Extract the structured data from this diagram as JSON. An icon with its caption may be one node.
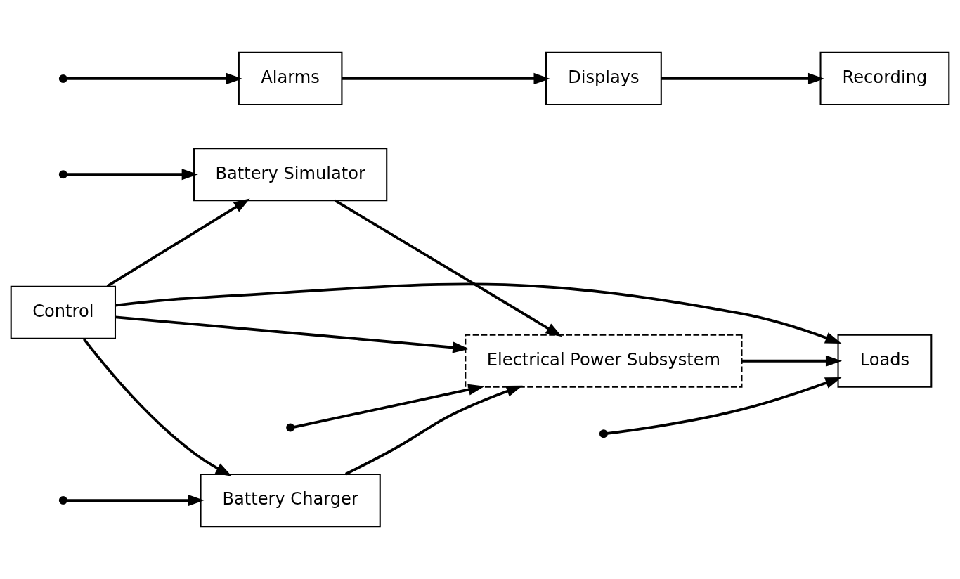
{
  "diagram": {
    "nodes": [
      {
        "text": [
          "Control"
        ]
      },
      {
        "text": [
          "Battery Charger"
        ]
      },
      {
        "text": [
          "Battery Simulator"
        ]
      },
      {
        "text": [
          "Electrical Power Subsystem"
        ]
      },
      {
        "text": [
          "Alarms"
        ]
      },
      {
        "text": [
          "Loads"
        ]
      },
      {
        "text": [
          "Displays"
        ]
      },
      {
        "text": [
          "Recording"
        ]
      }
    ],
    "edges": [
      {
        "from": 0,
        "to": 3,
        "arrow": "to"
      },
      {
        "from": 0,
        "to": 1,
        "arrow": "to"
      },
      {
        "from": 0,
        "to": 2,
        "arrow": "to"
      },
      {
        "from": 0,
        "to": 5,
        "arrow": "to"
      },
      {
        "from": 1,
        "to": 3,
        "arrow": "to"
      },
      {
        "from": 2,
        "to": 3,
        "arrow": "to"
      },
      {
        "from": null,
        "to": 1,
        "arrow": "to"
      },
      {
        "from": null,
        "to": 2,
        "arrow": "to"
      },
      {
        "from": null,
        "to": 4,
        "arrow": "to"
      },
      {
        "from": null,
        "to": 3,
        "arrow": "to"
      },
      {
        "from": null,
        "to": 5,
        "arrow": "to"
      },
      {
        "from": 3,
        "to": 5,
        "arrow": "to"
      },
      {
        "from": 4,
        "to": 6,
        "arrow": "to"
      },
      {
        "from": 6,
        "to": 7,
        "arrow": "to"
      }
    ]
  }
}
